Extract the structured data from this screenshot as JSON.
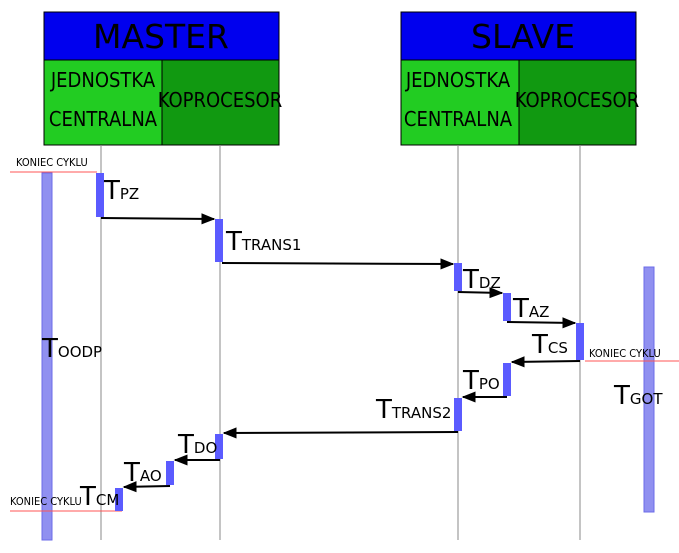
{
  "master": {
    "title": "MASTER",
    "unit1": [
      "JEDNOSTKA",
      "CENTRALNA"
    ],
    "unit2": "KOPROCESOR"
  },
  "slave": {
    "title": "SLAVE",
    "unit1": [
      "JEDNOSTKA",
      "CENTRALNA"
    ],
    "unit2": "KOPROCESOR"
  },
  "notes": {
    "koniec_top": "KONIEC CYKLU",
    "koniec_right": "KONIEC CYKLU",
    "koniec_bottom": "KONIEC CYKLU"
  },
  "timings": {
    "tpz": {
      "main": "T",
      "sub": "PZ"
    },
    "ttrans1": {
      "main": "T",
      "sub": "TRANS1"
    },
    "tdz": {
      "main": "T",
      "sub": "DZ"
    },
    "taz": {
      "main": "T",
      "sub": "AZ"
    },
    "tcs": {
      "main": "T",
      "sub": "CS"
    },
    "tpo": {
      "main": "T",
      "sub": "PO"
    },
    "ttrans2": {
      "main": "T",
      "sub": "TRANS2"
    },
    "tdo": {
      "main": "T",
      "sub": "DO"
    },
    "tao": {
      "main": "T",
      "sub": "AO"
    },
    "tcm": {
      "main": "T",
      "sub": "CM"
    },
    "toodp": {
      "main": "T",
      "sub": "OODP"
    },
    "tgot": {
      "main": "T",
      "sub": "GOT"
    }
  },
  "colors": {
    "header_blue": "#0000ee",
    "unit_green_light": "#22cc22",
    "unit_green_dark": "#119911",
    "activation": "#5b5bff",
    "long_bar": "#9090f0",
    "end_line": "#ff5555"
  }
}
